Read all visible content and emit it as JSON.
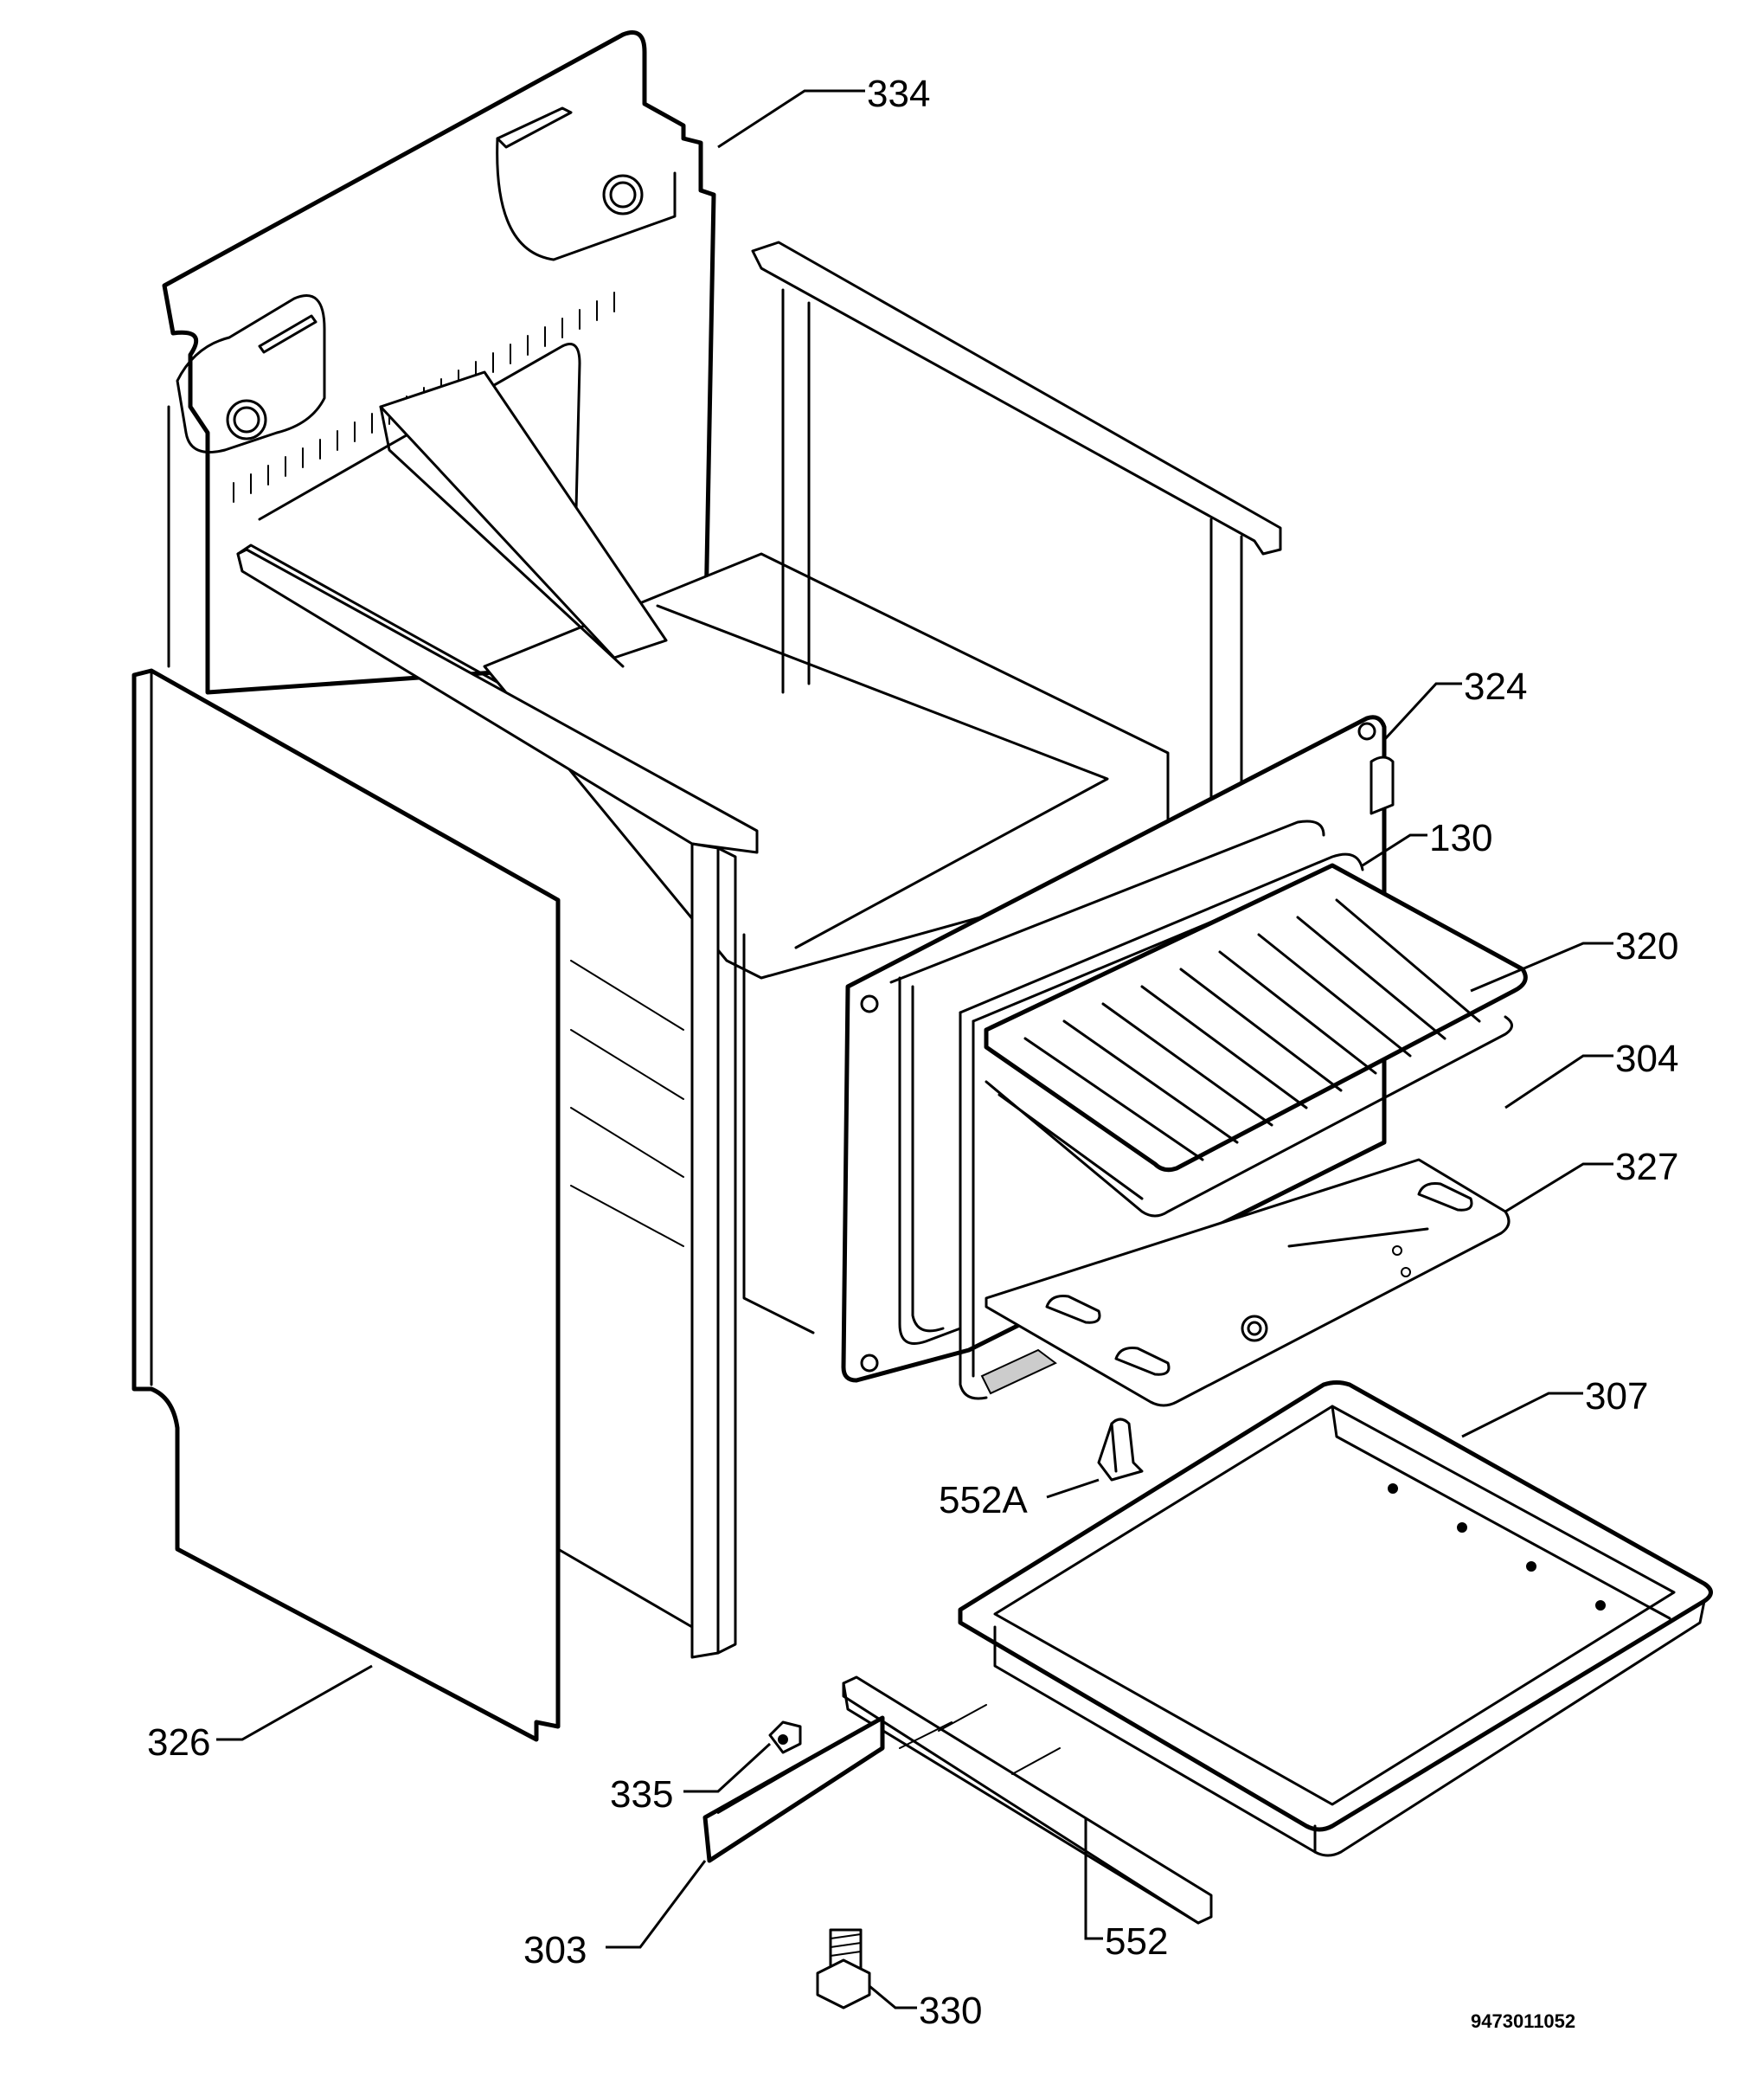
{
  "callouts": {
    "p334": "334",
    "p324": "324",
    "p130": "130",
    "p320": "320",
    "p304": "304",
    "p327": "327",
    "p307": "307",
    "p552a": "552A",
    "p326": "326",
    "p335": "335",
    "p303": "303",
    "p552": "552",
    "p330": "330"
  },
  "drawing_code": "9473011052",
  "colors": {
    "line": "#000000",
    "background": "#ffffff",
    "fill_gray": "#cccccc"
  }
}
